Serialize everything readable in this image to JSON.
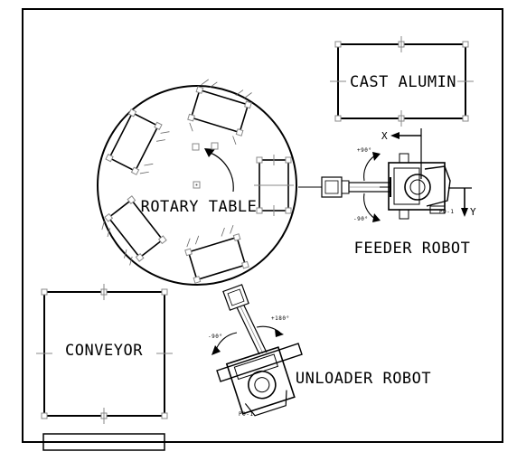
{
  "labels": {
    "cast_alumin": "CAST ALUMIN",
    "rotary_table": "ROTARY TABLE",
    "feeder_robot": "FEEDER ROBOT",
    "conveyor": "CONVEYOR",
    "unloader_robot": "UNLOADER ROBOT"
  },
  "axes": {
    "x": "X",
    "y": "Y"
  },
  "annotations": {
    "feeder_rot_pos": "+90°",
    "feeder_rot_neg": "-90°",
    "feeder_ref": "P0-1",
    "unloader_rot_pos": "+180°",
    "unloader_rot_neg": "-90°",
    "unloader_ref": "P0-1"
  },
  "colors": {
    "line": "#000000",
    "grip": "#888888",
    "background": "#ffffff"
  }
}
